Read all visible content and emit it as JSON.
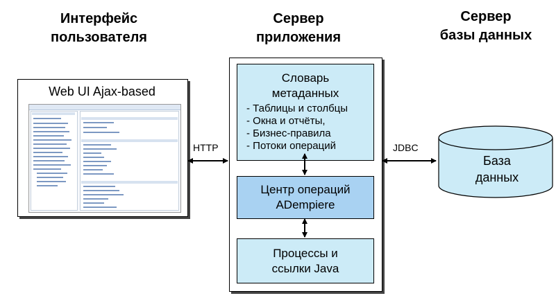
{
  "headings": {
    "ui": [
      "Интерфейс",
      "пользователя"
    ],
    "app": [
      "Сервер",
      "приложения"
    ],
    "db": [
      "Сервер",
      "базы данных"
    ]
  },
  "web_ui_title": "Web UI Ajax-based",
  "metadata_box": {
    "title": [
      "Словарь",
      "метаданных"
    ],
    "items": [
      "- Таблицы и столбцы",
      "- Окна и отчёты,",
      "- Бизнес-правила",
      "- Потоки операций"
    ]
  },
  "ops_center": [
    "Центр операций",
    "ADempiere"
  ],
  "processes": [
    "Процессы и",
    "ссылки Java"
  ],
  "protocols": {
    "http": "HTTP",
    "jdbc": "JDBC"
  },
  "database": [
    "База",
    "данных"
  ],
  "colors": {
    "box_light": "#ccebf7",
    "box_dark": "#a9d2f2",
    "mini_accent": "#7c98c2"
  }
}
